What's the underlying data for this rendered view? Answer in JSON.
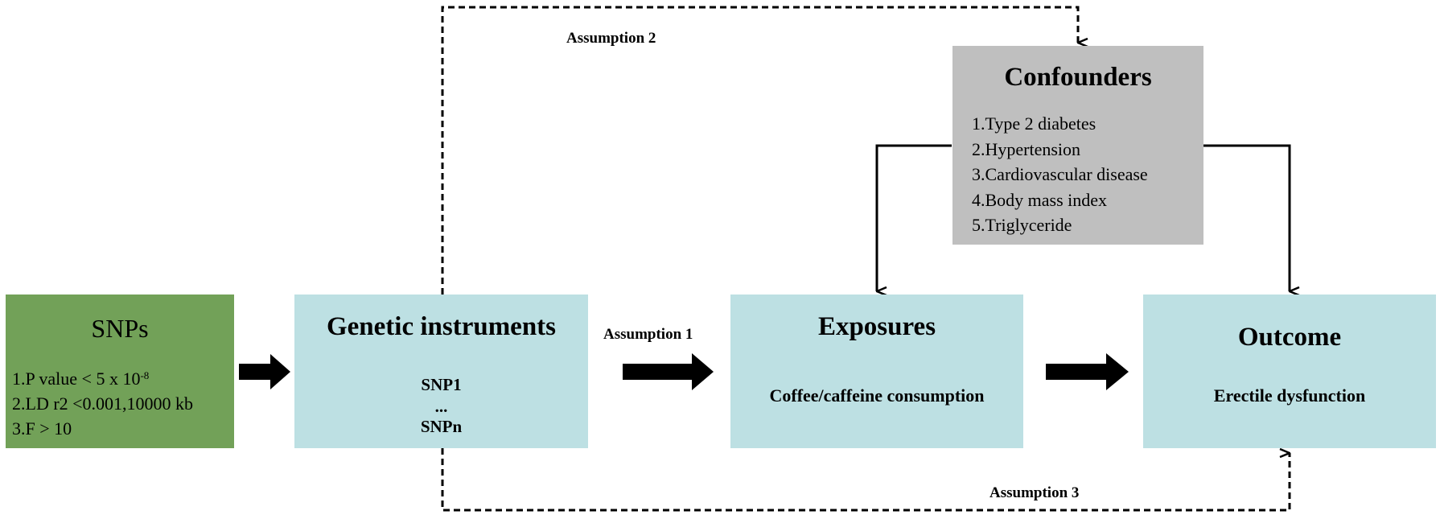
{
  "snps": {
    "title": "SNPs",
    "criteria": [
      {
        "text": "1.P value < 5 x 10",
        "sup": "-8"
      },
      {
        "text": "2.LD r2 <0.001,10000 kb"
      },
      {
        "text": "3.F > 10"
      }
    ]
  },
  "genetic_instruments": {
    "title": "Genetic instruments",
    "snp_first": "SNP1",
    "ellipsis": "...",
    "snp_last": "SNPn"
  },
  "exposures": {
    "title": "Exposures",
    "subtitle": "Coffee/caffeine consumption"
  },
  "outcome": {
    "title": "Outcome",
    "subtitle": "Erectile dysfunction"
  },
  "confounders": {
    "title": "Confounders",
    "items": [
      "1.Type 2 diabetes",
      "2.Hypertension",
      "3.Cardiovascular disease",
      "4.Body mass index",
      "5.Triglyceride"
    ]
  },
  "assumptions": {
    "a1": "Assumption 1",
    "a2": "Assumption 2",
    "a3": "Assumption 3"
  },
  "colors": {
    "snps_fill": "#72a158",
    "box_fill": "#bde0e3",
    "confounders_fill": "#bfbfbf"
  }
}
